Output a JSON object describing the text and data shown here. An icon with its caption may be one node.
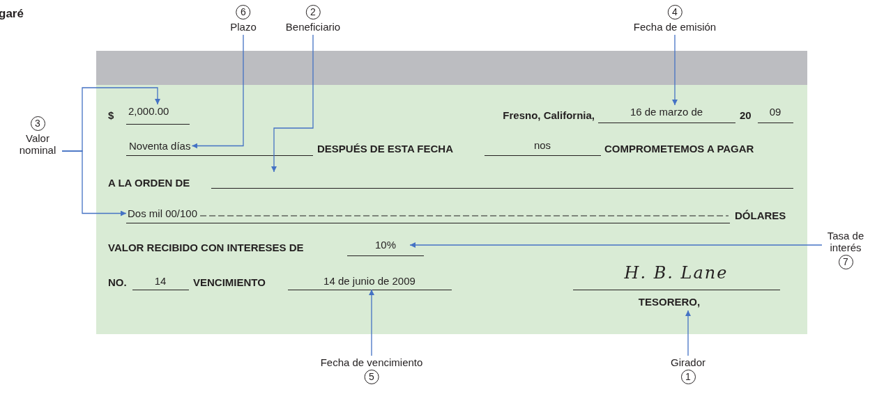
{
  "diagram": {
    "title": "garé",
    "nodes": [
      {
        "text": [],
        "shape": "box"
      },
      {
        "text": [
          "6",
          "Plazo"
        ]
      },
      {
        "text": [
          "2",
          "Beneficiario"
        ]
      },
      {
        "text": [
          "4",
          "Fecha de emisión"
        ]
      },
      {
        "text": [
          "3",
          "Valor nominal"
        ]
      },
      {
        "text": [
          "2,000.00"
        ],
        "in": 0
      },
      {
        "text": [
          "Noventa días"
        ],
        "in": 0
      },
      {
        "text": [],
        "shape": "line",
        "in": 0
      },
      {
        "text": [
          "16 de marzo de"
        ],
        "in": 0
      },
      {
        "text": [
          "Dos mil 00/100"
        ],
        "in": 0
      },
      {
        "text": [
          "10%"
        ],
        "in": 0
      },
      {
        "text": [
          "14 de junio de 2009"
        ],
        "in": 0
      },
      {
        "text": [
          "TESORERO,"
        ],
        "in": 0
      },
      {
        "text": [
          "Tasa de interés",
          "7"
        ]
      },
      {
        "text": [
          "Fecha de vencimiento",
          "5"
        ]
      },
      {
        "text": [
          "Girador",
          "1"
        ]
      }
    ],
    "edges": [
      {
        "from": 1,
        "to": 6,
        "arrow": "to"
      },
      {
        "from": 2,
        "to": 7,
        "arrow": "to"
      },
      {
        "from": 3,
        "to": 8,
        "arrow": "to"
      },
      {
        "from": 4,
        "to": 5,
        "arrow": "to"
      },
      {
        "from": 4,
        "to": 9,
        "arrow": "to"
      },
      {
        "from": 13,
        "to": 10,
        "arrow": "to"
      },
      {
        "from": 14,
        "to": 11,
        "arrow": "to"
      },
      {
        "from": 15,
        "to": 12,
        "arrow": "to"
      }
    ],
    "labels": [
      "$",
      "Fresno, California,",
      "20",
      "09",
      "DESPUÉS DE ESTA FECHA",
      "nos",
      "COMPROMETEMOS A PAGAR",
      "A LA ORDEN DE",
      "DÓLARES",
      "VALOR RECIBIDO CON INTERESES DE",
      "NO.",
      "14",
      "VENCIMIENTO",
      "H. B. Lane"
    ]
  }
}
